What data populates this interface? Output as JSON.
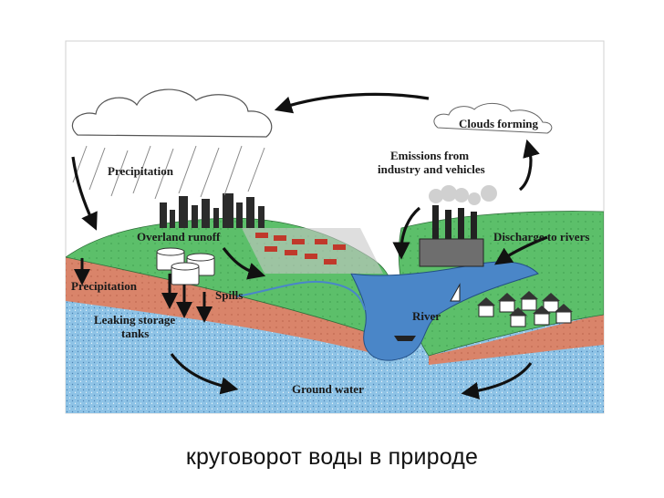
{
  "diagram": {
    "labels": {
      "clouds_forming": "Clouds forming",
      "emissions_line1": "Emissions from",
      "emissions_line2": "industry and vehicles",
      "precipitation_top": "Precipitation",
      "overland_runoff": "Overland runoff",
      "discharge_to_rivers": "Discharge to rivers",
      "precipitation_ground": "Precipitation",
      "spills": "Spills",
      "leaking_line1": "Leaking storage",
      "leaking_line2": "tanks",
      "river": "River",
      "ground_water": "Ground water"
    },
    "colors": {
      "land_green": "#5cbf6a",
      "soil_orange": "#d9846a",
      "ground_water_blue": "#8ec3e6",
      "river_blue": "#4a86c8",
      "sky": "#ffffff"
    }
  },
  "caption": "круговорот воды в природе"
}
